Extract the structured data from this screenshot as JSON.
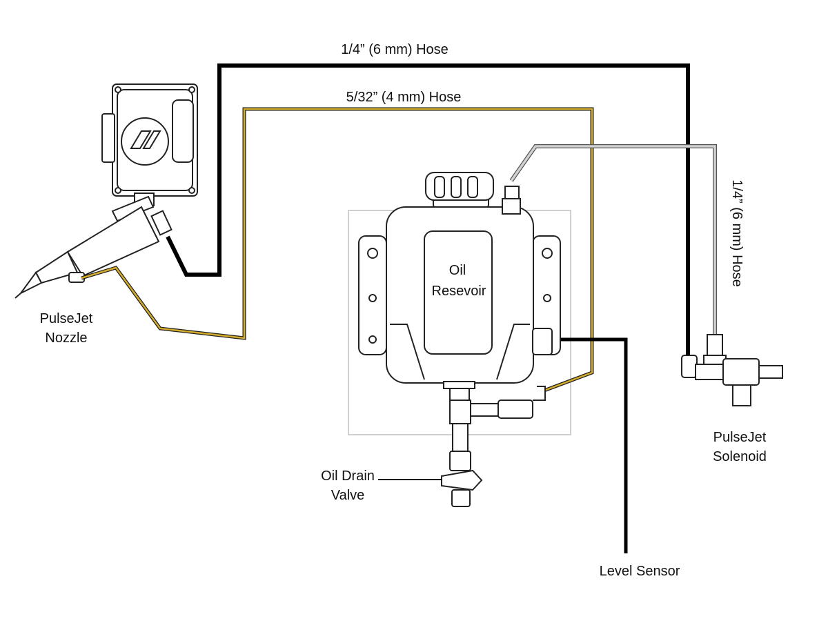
{
  "labels": {
    "black_hose": "1/4” (6 mm) Hose",
    "yellow_hose": "5/32” (4 mm) Hose",
    "gray_hose": "1/4” (6 mm) Hose",
    "nozzle": [
      "PulseJet",
      "Nozzle"
    ],
    "reservoir": [
      "Oil",
      "Resevoir"
    ],
    "solenoid": [
      "PulseJet",
      "Solenoid"
    ],
    "drain_valve": [
      "Oil Drain",
      "Valve"
    ],
    "level_sensor": "Level Sensor"
  },
  "colors": {
    "black_hose": "#000000",
    "yellow_hose": "#c9a227",
    "gray_hose": "#b0b0b0",
    "outline": "#222222"
  },
  "icons": {
    "control_box": "haas-logo-box-icon",
    "nozzle": "nozzle-icon",
    "reservoir": "oil-reservoir-icon",
    "solenoid": "solenoid-valve-icon",
    "drain_valve": "drain-valve-icon"
  }
}
